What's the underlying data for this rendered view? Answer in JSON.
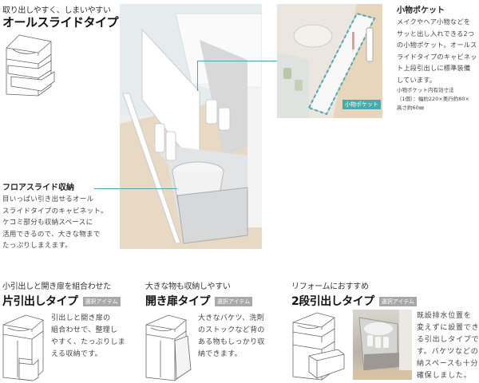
{
  "hero": {
    "subtitle": "取り出しやすく、しまいやすい",
    "title": "オールスライドタイプ"
  },
  "floor_slide": {
    "heading": "フロアスライド収納",
    "lines": [
      "目いっぱい引き出せるオール",
      "スライドタイプのキャビネット。",
      "ケコミ部分も収納スペースに",
      "活用できるので、大きな物まで",
      "たっぷりしまえます。"
    ]
  },
  "pocket": {
    "heading": "小物ポケット",
    "lines": [
      "メイクやヘア小物などを",
      "サッと出し入れできる2つ",
      "の小物ポケット。オールス",
      "ライドタイプのキャビネッ",
      "ト上段引出しに標準装備",
      "しています。"
    ],
    "spec_lines": [
      "小物ポケット内有効寸法",
      "（1個）：幅約220×奥行約80×",
      "高さ約60㎜"
    ],
    "photo_label": "小物ポケット"
  },
  "options": [
    {
      "subtitle": "小引出しと開き扉を組合わせた",
      "title": "片引出しタイプ",
      "badge": "選択アイテム",
      "lines": [
        "引出しと開き扉の",
        "組合わせで、整理し",
        "やすく、たっぷりしま",
        "える収納です。"
      ]
    },
    {
      "subtitle": "大きな物も収納しやすい",
      "title": "開き扉タイプ",
      "badge": "選択アイテム",
      "lines": [
        "大きなバケツ、洗剤",
        "のストックなど背の",
        "ある物もしっかり収",
        "納できます。"
      ]
    },
    {
      "subtitle": "リフォームにおすすめ",
      "title": "2段引出しタイプ",
      "badge": "選択アイテム",
      "lines": [
        "既設排水位置を",
        "変えずに設置でき",
        "る引出しタイプで",
        "す。バケツなどの収",
        "納スペースも十分",
        "確保しました。"
      ]
    }
  ],
  "colors": {
    "accent": "#4aa9ae",
    "badge": "#a8a8a8"
  }
}
